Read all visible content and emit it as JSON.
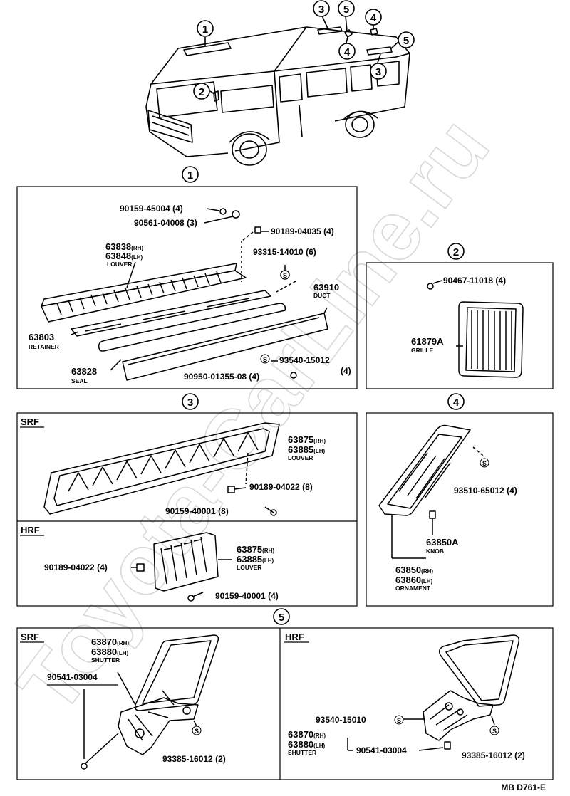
{
  "watermark": "Toyota-CarLine.ru",
  "callouts": [
    "1",
    "2",
    "3",
    "4",
    "5"
  ],
  "section1": {
    "badge": "1",
    "parts": [
      {
        "no": "90159-45004",
        "qty": "(4)"
      },
      {
        "no": "90561-04008",
        "qty": "(3)"
      },
      {
        "no": "90189-04035",
        "qty": "(4)"
      },
      {
        "no": "63838",
        "tag": "(RH)",
        "no2": "63848",
        "tag2": "(LH)",
        "name": "LOUVER"
      },
      {
        "no": "93315-14010",
        "qty": "(6)"
      },
      {
        "no": "63910",
        "name": "DUCT"
      },
      {
        "no": "63803",
        "name": "RETAINER"
      },
      {
        "no": "93540-15012",
        "qty": "(4)"
      },
      {
        "no": "63828",
        "name": "SEAL"
      },
      {
        "no": "90950-01355-08",
        "qty": "(4)"
      }
    ]
  },
  "section2": {
    "badge": "2",
    "parts": [
      {
        "no": "90467-11018",
        "qty": "(4)"
      },
      {
        "no": "61879A",
        "name": "GRILLE"
      }
    ]
  },
  "section3": {
    "badge": "3",
    "srf_label": "SRF",
    "hrf_label": "HRF",
    "srf_parts": [
      {
        "no": "63875",
        "tag": "(RH)",
        "no2": "63885",
        "tag2": "(LH)",
        "name": "LOUVER"
      },
      {
        "no": "90189-04022",
        "qty": "(8)"
      },
      {
        "no": "90159-40001",
        "qty": "(8)"
      }
    ],
    "hrf_parts": [
      {
        "no": "63875",
        "tag": "(RH)",
        "no2": "63885",
        "tag2": "(LH)",
        "name": "LOUVER"
      },
      {
        "no": "90189-04022",
        "qty": "(4)"
      },
      {
        "no": "90159-40001",
        "qty": "(4)"
      }
    ]
  },
  "section4": {
    "badge": "4",
    "parts": [
      {
        "no": "93510-65012",
        "qty": "(4)"
      },
      {
        "no": "63850A",
        "name": "KNOB"
      },
      {
        "no": "63850",
        "tag": "(RH)",
        "no2": "63860",
        "tag2": "(LH)",
        "name": "ORNAMENT"
      }
    ]
  },
  "section5": {
    "badge": "5",
    "srf_label": "SRF",
    "hrf_label": "HRF",
    "srf_parts": [
      {
        "no": "63870",
        "tag": "(RH)",
        "no2": "63880",
        "tag2": "(LH)",
        "name": "SHUTTER"
      },
      {
        "no": "90541-03004"
      },
      {
        "no": "93385-16012",
        "qty": "(2)"
      }
    ],
    "hrf_parts": [
      {
        "no": "93540-15010"
      },
      {
        "no": "63870",
        "tag": "(RH)",
        "no2": "63880",
        "tag2": "(LH)",
        "name": "SHUTTER"
      },
      {
        "no": "90541-03004"
      },
      {
        "no": "93385-16012",
        "qty": "(2)"
      }
    ]
  },
  "s_symbol": "S",
  "footer_code": "MB D761-E"
}
